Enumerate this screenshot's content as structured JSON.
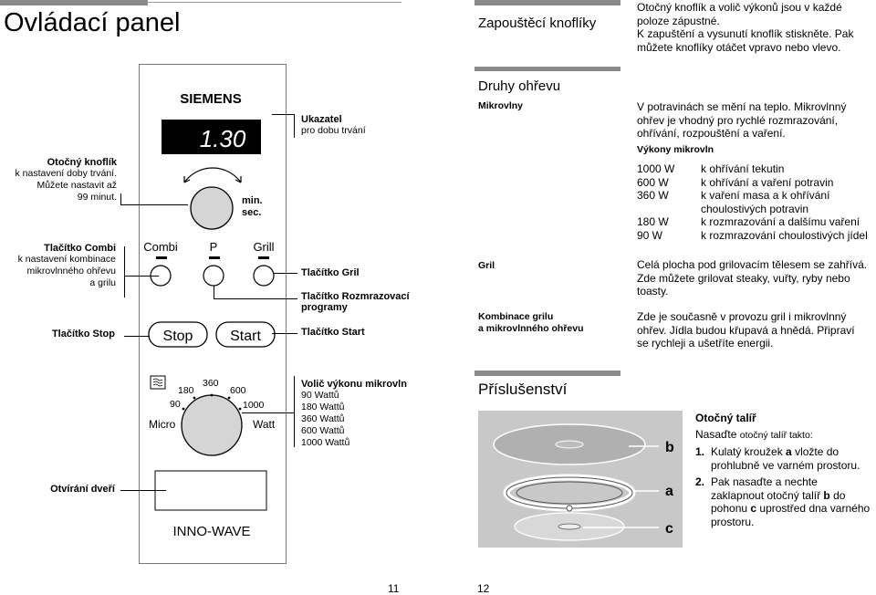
{
  "left_page": {
    "title": "Ovládací panel",
    "brand": "SIEMENS",
    "display_value": "1.30",
    "knob_label": "min.\nsec.",
    "knob_label_line1": "min.",
    "knob_label_line2": "sec.",
    "btn_combi": "Combi",
    "btn_p": "P",
    "btn_grill": "Grill",
    "btn_stop": "Stop",
    "btn_start": "Start",
    "power_micro": "Micro",
    "power_watt": "Watt",
    "power_90": "90",
    "power_180": "180",
    "power_360": "360",
    "power_600": "600",
    "power_1000": "1000",
    "model": "INNO-WAVE",
    "callouts_left": {
      "knob_title": "Otočný knoflík",
      "knob_l1": "k nastavení doby trvání.",
      "knob_l2": "Můžete nastavit až",
      "knob_l3": "99 minut.",
      "combi_title": "Tlačítko Combi",
      "combi_l1": "k nastavení kombinace",
      "combi_l2": "mikrovlnného ohřevu",
      "combi_l3": "a grilu",
      "stop": "Tlačítko Stop",
      "door": "Otvírání dveří"
    },
    "callouts_right": {
      "display_title": "Ukazatel",
      "display_sub": "pro dobu trvání",
      "grill": "Tlačítko Gril",
      "defrost_l1": "Tlačítko Rozmrazovací",
      "defrost_l2": "programy",
      "start": "Tlačítko Start",
      "power_title": "Volič výkonu mikrovln",
      "power_l1": "90 Wattů",
      "power_l2": "180 Wattů",
      "power_l3": "360 Wattů",
      "power_l4": "600 Wattů",
      "power_l5": "1000 Wattů"
    },
    "page_number": "11"
  },
  "right_page": {
    "knobs_title": "Zapouštěcí knoflíky",
    "knobs_l1": "Otočný knoflík a volič výkonů jsou v každé",
    "knobs_l2": "poloze zápustné.",
    "knobs_l3": "K zapuštění a vysunutí knoflík stiskněte. Pak",
    "knobs_l4": "můžete knoflíky otáčet vpravo nebo vlevo.",
    "heating_title": "Druhy ohřevu",
    "micro_label": "Mikrovlny",
    "micro_l1": "V potravinách se mění na teplo. Mikrovlnný",
    "micro_l2": "ohřev je vhodný pro rychlé rozmrazování,",
    "micro_l3": "ohřívání, rozpouštění a vaření.",
    "power_title": "Výkony mikrovln",
    "powers": [
      {
        "w": "1000 W",
        "d": "k ohřívání tekutin"
      },
      {
        "w": "600 W",
        "d": "k ohřívání a vaření potravin"
      },
      {
        "w": "360 W",
        "d": "k vaření masa a k ohřívání"
      },
      {
        "w": "",
        "d": "choulostivých potravin"
      },
      {
        "w": "180 W",
        "d": "k rozmrazování a dalšímu vaření"
      },
      {
        "w": "90 W",
        "d": "k rozmrazování choulostivých jídel"
      }
    ],
    "grill_label": "Gril",
    "grill_l1": "Celá plocha pod grilovacím tělesem se zahřívá.",
    "grill_l2": "Zde můžete grilovat steaky, vuřty, ryby nebo",
    "grill_l3": "toasty.",
    "combi_label_l1": "Kombinace grilu",
    "combi_label_l2": "a mikrovlnného ohřevu",
    "combi_l1": "Zde je současně v provozu gril i mikrovlnný",
    "combi_l2": "ohřev. Jídla budou křupavá a hnědá. Připraví",
    "combi_l3": "se rychleji a ušetříte energii.",
    "acc_title": "Příslušenství",
    "turntable_title": "Otočný talíř",
    "turntable_intro_a": "Nasaďte",
    "turntable_intro_b": "otočný talíř takto:",
    "step1_n": "1.",
    "step1_l1a": "Kulatý kroužek ",
    "step1_l1b": "a",
    "step1_l1c": " vložte do",
    "step1_l2": "prohlubně ve varném prostoru.",
    "step2_n": "2.",
    "step2_l1": "Pak nasaďte a nechte",
    "step2_l2a": "zaklapnout otočný talíř ",
    "step2_l2b": "b",
    "step2_l2c": " do",
    "step2_l3a": "pohonu ",
    "step2_l3b": "c",
    "step2_l3c": " uprostřed dna varného",
    "step2_l4": "prostoru.",
    "fig_b": "b",
    "fig_a": "a",
    "fig_c": "c",
    "page_number": "12"
  }
}
